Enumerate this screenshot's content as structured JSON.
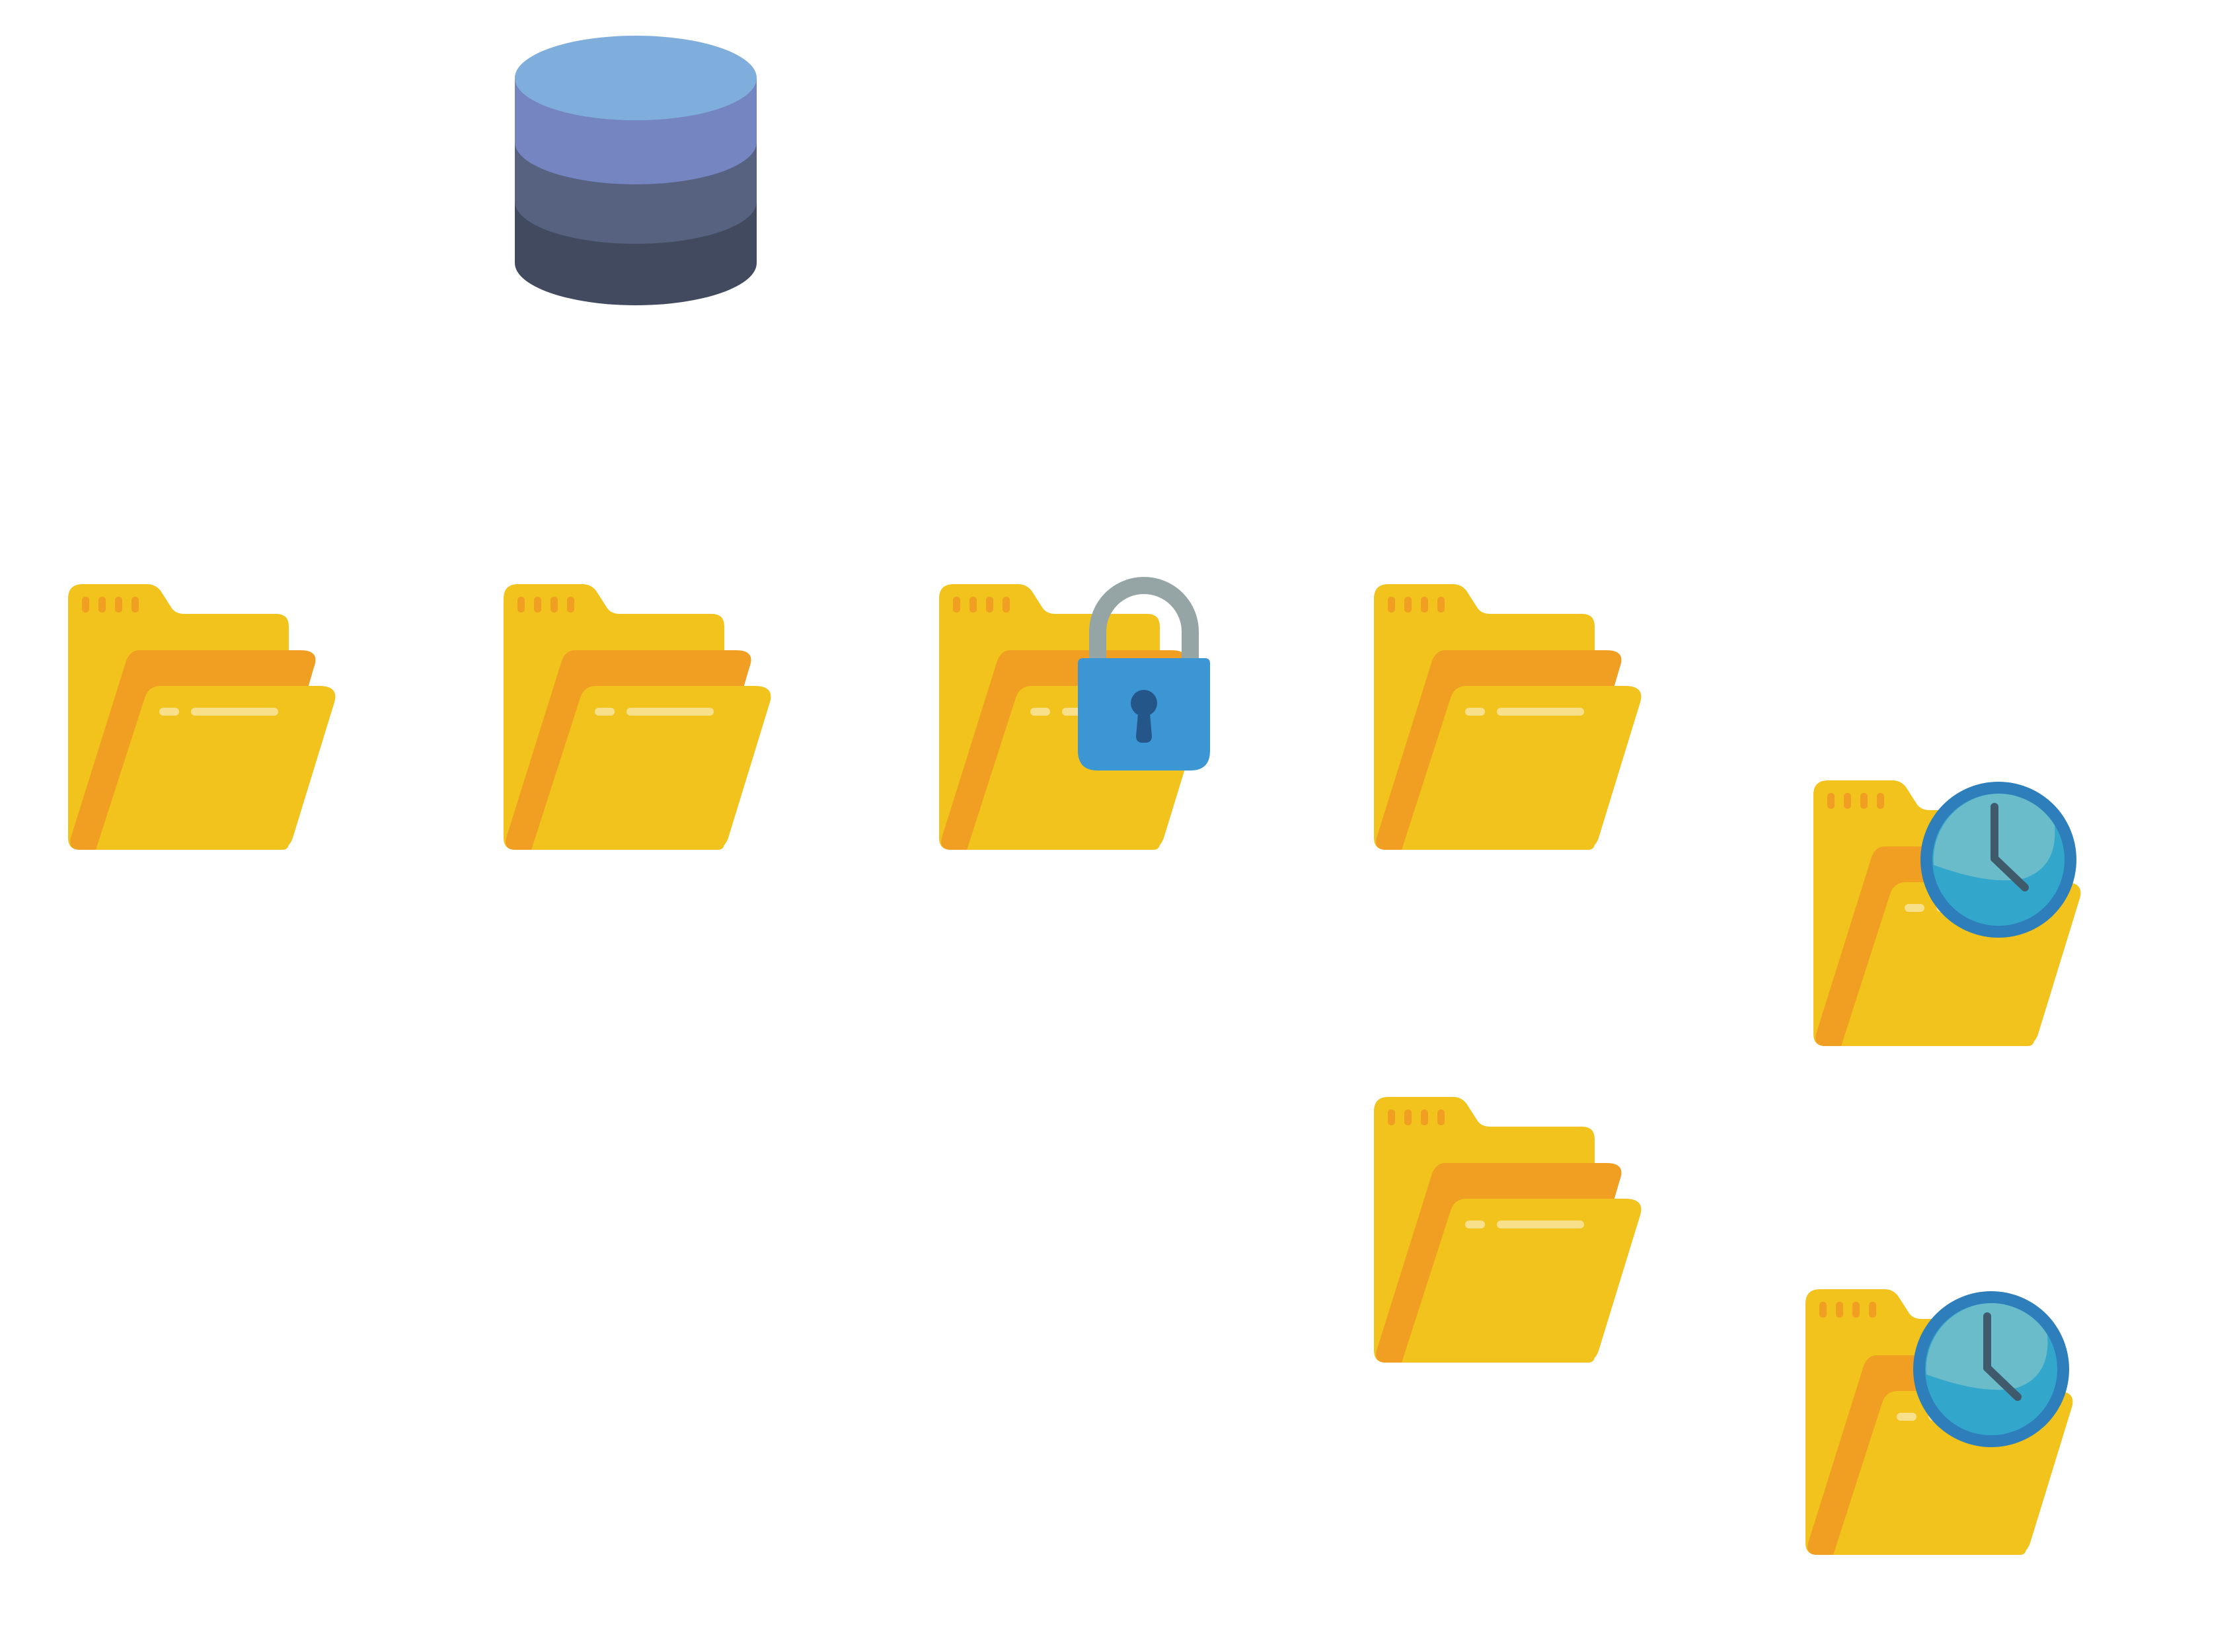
{
  "colors": {
    "background": "#ffffff",
    "folder_back": "#F1C31C",
    "folder_mid": "#F09F22",
    "folder_front": "#F1C31C",
    "folder_tab_dots": "#F09F22",
    "folder_slot": "#F8E08A",
    "db_top": "#7FAEDD",
    "db_band1": "#7585C2",
    "db_band2": "#56627F",
    "db_band3": "#424A5F",
    "lock_shackle": "#95A5A6",
    "lock_body": "#3C96D4",
    "lock_keyhole": "#25568A",
    "clock_ring": "#2D7EBB",
    "clock_face": "#33A6CB",
    "clock_highlight": "#6ABCCB",
    "clock_hands": "#3F5A6A"
  },
  "nodes": [
    {
      "id": "database",
      "icon": "database-icon"
    },
    {
      "id": "folder-1",
      "icon": "folder-icon"
    },
    {
      "id": "folder-2",
      "icon": "folder-icon"
    },
    {
      "id": "folder-3-locked",
      "icon": "folder-icon",
      "badge": "lock-icon"
    },
    {
      "id": "folder-4",
      "icon": "folder-icon"
    },
    {
      "id": "folder-5-scheduled",
      "icon": "folder-icon",
      "badge": "clock-icon"
    },
    {
      "id": "folder-6",
      "icon": "folder-icon"
    },
    {
      "id": "folder-7-scheduled",
      "icon": "folder-icon",
      "badge": "clock-icon"
    }
  ]
}
